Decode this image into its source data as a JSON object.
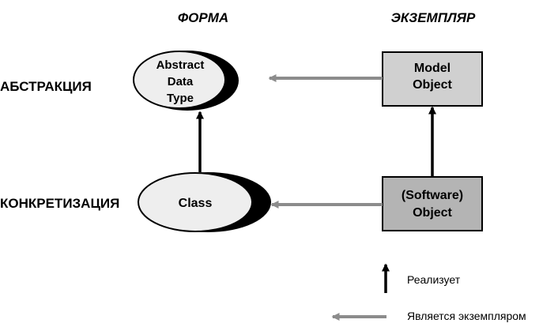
{
  "columns": {
    "form": "ФОРМА",
    "instance": "ЭКЗЕМПЛЯР"
  },
  "rows": {
    "abstraction": "АБСТРАКЦИЯ",
    "concretization": "КОНКРЕТИЗАЦИЯ"
  },
  "nodes": {
    "abstract_data_type": [
      "Abstract",
      "Data",
      "Type"
    ],
    "class": [
      "Class"
    ],
    "model_object": [
      "Model",
      "Object"
    ],
    "software_object": [
      "(Software)",
      "Object"
    ]
  },
  "legend": {
    "realizes": "Реализует",
    "is_instance_of": "Является экземпляром"
  },
  "colors": {
    "ellipse_fill": "#eeeeee",
    "model_box_fill": "#d0d0d0",
    "software_box_fill": "#b4b4b4",
    "instance_arrow": "#8c8c8c",
    "realize_arrow": "#000000"
  }
}
